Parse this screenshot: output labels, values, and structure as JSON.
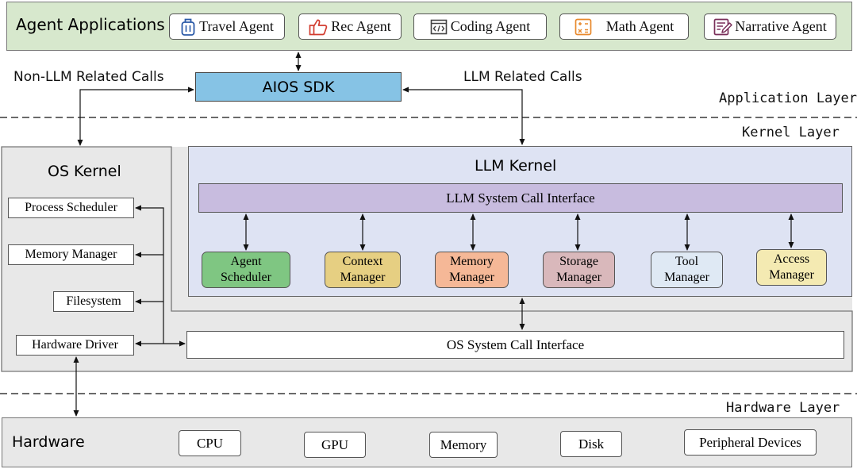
{
  "agent_applications": {
    "title": "Agent Applications",
    "agents": [
      {
        "label": "Travel Agent",
        "icon": "luggage-icon",
        "color": "#2b5aa8"
      },
      {
        "label": "Rec Agent",
        "icon": "thumbs-up-icon",
        "color": "#d23b2e"
      },
      {
        "label": "Coding Agent",
        "icon": "code-window-icon",
        "color": "#444444"
      },
      {
        "label": "Math Agent",
        "icon": "calculator-icon",
        "color": "#e8892c"
      },
      {
        "label": "Narrative Agent",
        "icon": "notepad-icon",
        "color": "#7a2f5a"
      }
    ]
  },
  "sdk": {
    "label": "AIOS SDK",
    "color": "#86c3e5"
  },
  "calls": {
    "non_llm": "Non-LLM Related Calls",
    "llm": "LLM Related Calls"
  },
  "layers": {
    "application": "Application Layer",
    "kernel": "Kernel Layer",
    "hardware": "Hardware Layer"
  },
  "os_kernel": {
    "title": "OS Kernel",
    "items": [
      "Process Scheduler",
      "Memory Manager",
      "Filesystem",
      "Hardware Driver"
    ],
    "system_call_interface": "OS System Call Interface"
  },
  "llm_kernel": {
    "title": "LLM Kernel",
    "system_call_interface": "LLM System Call Interface",
    "managers": [
      {
        "line1": "Agent",
        "line2": "Scheduler",
        "color": "#7fc682"
      },
      {
        "line1": "Context",
        "line2": "Manager",
        "color": "#e6cf82"
      },
      {
        "line1": "Memory",
        "line2": "Manager",
        "color": "#f5b897"
      },
      {
        "line1": "Storage",
        "line2": "Manager",
        "color": "#d9b8bb"
      },
      {
        "line1": "Tool",
        "line2": "Manager",
        "color": "#dfe9f4"
      },
      {
        "line1": "Access",
        "line2": "Manager",
        "color": "#f4eab2"
      }
    ]
  },
  "hardware": {
    "title": "Hardware",
    "items": [
      "CPU",
      "GPU",
      "Memory",
      "Disk",
      "Peripheral Devices"
    ]
  }
}
